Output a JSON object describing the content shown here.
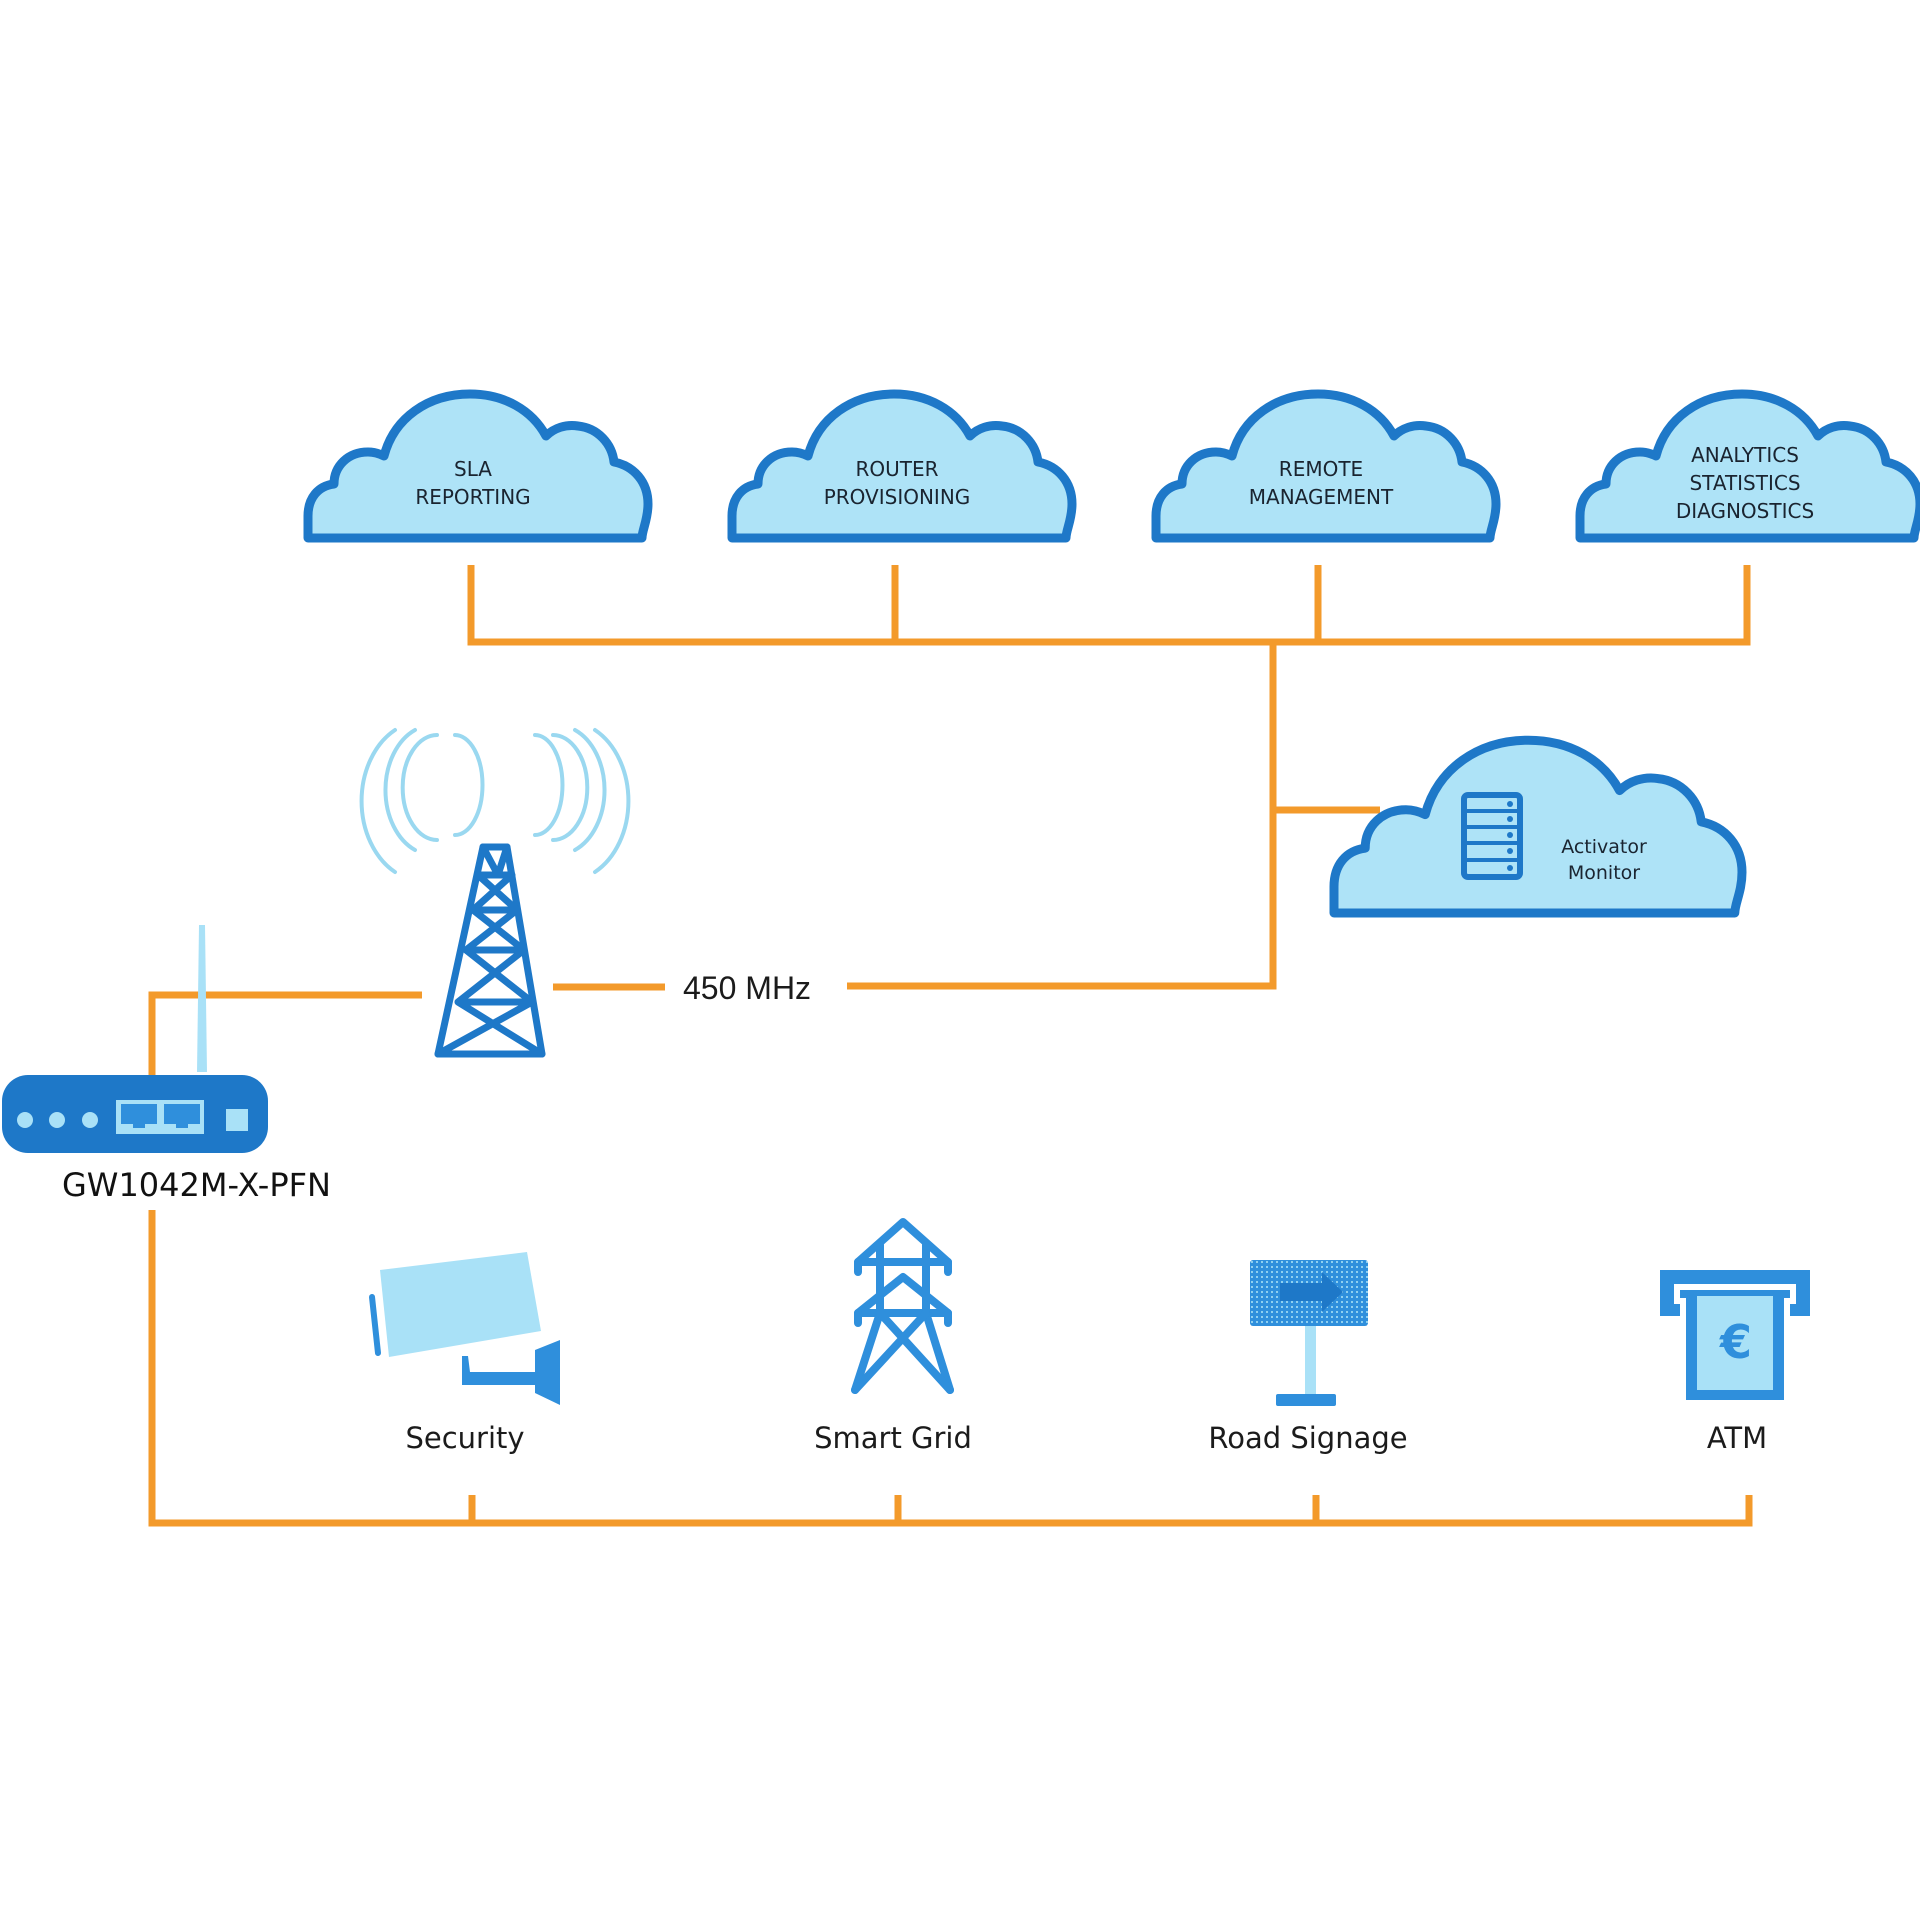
{
  "colors": {
    "wire": "#f39a2b",
    "cloud_fill": "#aee3f7",
    "cloud_stroke": "#1e78c8",
    "icon_dark": "#1e78c8",
    "icon_mid": "#2f8fdc",
    "icon_light": "#a9e1f7"
  },
  "clouds": [
    {
      "id": "sla",
      "lines": [
        "SLA",
        "REPORTING"
      ]
    },
    {
      "id": "router",
      "lines": [
        "ROUTER",
        "PROVISIONING"
      ]
    },
    {
      "id": "remote",
      "lines": [
        "REMOTE",
        "MANAGEMENT"
      ]
    },
    {
      "id": "analytics",
      "lines": [
        "ANALYTICS",
        "STATISTICS",
        "DIAGNOSTICS"
      ]
    }
  ],
  "activator": {
    "lines": [
      "Activator",
      "Monitor"
    ],
    "icon": "server-icon"
  },
  "link": {
    "label": "450 MHz",
    "icon": "cell-tower-icon"
  },
  "router": {
    "label": "GW1042M-X-PFN",
    "icon": "router-icon"
  },
  "endpoints": [
    {
      "id": "security",
      "label": "Security",
      "icon": "security-camera-icon"
    },
    {
      "id": "smart-grid",
      "label": "Smart Grid",
      "icon": "power-pylon-icon"
    },
    {
      "id": "road-signage",
      "label": "Road Signage",
      "icon": "road-sign-icon"
    },
    {
      "id": "atm",
      "label": "ATM",
      "icon": "atm-icon",
      "currency_symbol": "€"
    }
  ]
}
